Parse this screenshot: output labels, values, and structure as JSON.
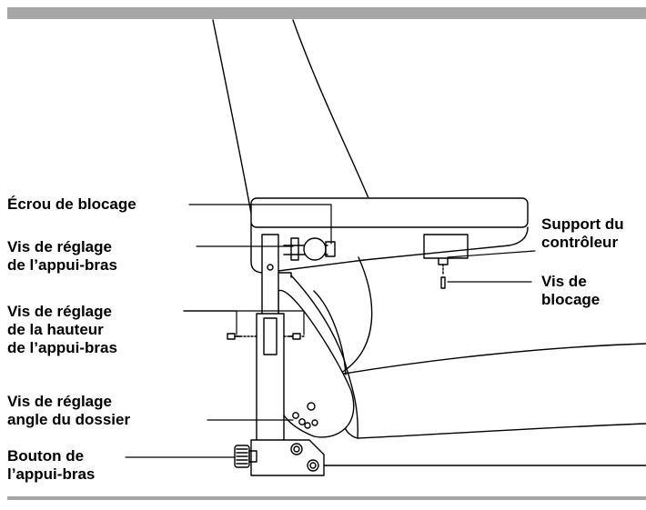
{
  "labels": {
    "lock_nut": [
      "Écrou de blocage"
    ],
    "armrest_adjust_screw": [
      "Vis de réglage",
      "de l’appui-bras"
    ],
    "armrest_height_screw": [
      "Vis de réglage",
      "de la hauteur",
      "de l’appui-bras"
    ],
    "backrest_angle_screw": [
      "Vis de réglage",
      "angle du dossier"
    ],
    "armrest_knob": [
      "Bouton de",
      "l’appui-bras"
    ],
    "controller_bracket": [
      "Support du",
      "contrôleur"
    ],
    "lock_screw": [
      "Vis de",
      "blocage"
    ]
  },
  "colors": {
    "rule": "#a6a6a6",
    "line": "#000000",
    "background": "#ffffff"
  }
}
